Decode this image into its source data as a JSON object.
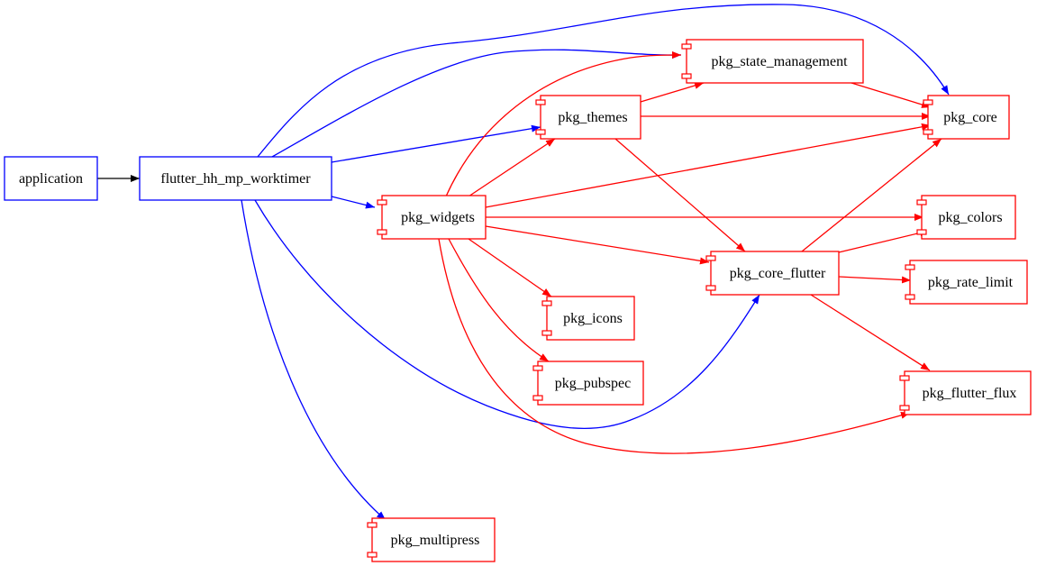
{
  "diagram": {
    "type": "package-dependency-graph",
    "colors": {
      "app_edge": "#000000",
      "app_node_border": "#0000ff",
      "app_dep_edge": "#0000ff",
      "pkg_node_border": "#ff0000",
      "pkg_edge": "#ff0000"
    },
    "nodes": [
      {
        "id": "application",
        "label": "application",
        "kind": "app"
      },
      {
        "id": "flutter_hh_mp_worktimer",
        "label": "flutter_hh_mp_worktimer",
        "kind": "app"
      },
      {
        "id": "pkg_widgets",
        "label": "pkg_widgets",
        "kind": "package"
      },
      {
        "id": "pkg_themes",
        "label": "pkg_themes",
        "kind": "package"
      },
      {
        "id": "pkg_state_management",
        "label": "pkg_state_management",
        "kind": "package"
      },
      {
        "id": "pkg_core",
        "label": "pkg_core",
        "kind": "package"
      },
      {
        "id": "pkg_colors",
        "label": "pkg_colors",
        "kind": "package"
      },
      {
        "id": "pkg_core_flutter",
        "label": "pkg_core_flutter",
        "kind": "package"
      },
      {
        "id": "pkg_rate_limit",
        "label": "pkg_rate_limit",
        "kind": "package"
      },
      {
        "id": "pkg_icons",
        "label": "pkg_icons",
        "kind": "package"
      },
      {
        "id": "pkg_pubspec",
        "label": "pkg_pubspec",
        "kind": "package"
      },
      {
        "id": "pkg_flutter_flux",
        "label": "pkg_flutter_flux",
        "kind": "package"
      },
      {
        "id": "pkg_multipress",
        "label": "pkg_multipress",
        "kind": "package"
      }
    ],
    "edges": [
      {
        "from": "application",
        "to": "flutter_hh_mp_worktimer",
        "color": "black"
      },
      {
        "from": "flutter_hh_mp_worktimer",
        "to": "pkg_core",
        "color": "blue"
      },
      {
        "from": "flutter_hh_mp_worktimer",
        "to": "pkg_state_management",
        "color": "blue"
      },
      {
        "from": "flutter_hh_mp_worktimer",
        "to": "pkg_themes",
        "color": "blue"
      },
      {
        "from": "flutter_hh_mp_worktimer",
        "to": "pkg_widgets",
        "color": "blue"
      },
      {
        "from": "flutter_hh_mp_worktimer",
        "to": "pkg_core_flutter",
        "color": "blue"
      },
      {
        "from": "flutter_hh_mp_worktimer",
        "to": "pkg_multipress",
        "color": "blue"
      },
      {
        "from": "pkg_widgets",
        "to": "pkg_state_management",
        "color": "red"
      },
      {
        "from": "pkg_widgets",
        "to": "pkg_themes",
        "color": "red"
      },
      {
        "from": "pkg_widgets",
        "to": "pkg_core",
        "color": "red"
      },
      {
        "from": "pkg_widgets",
        "to": "pkg_colors",
        "color": "red"
      },
      {
        "from": "pkg_widgets",
        "to": "pkg_core_flutter",
        "color": "red"
      },
      {
        "from": "pkg_widgets",
        "to": "pkg_icons",
        "color": "red"
      },
      {
        "from": "pkg_widgets",
        "to": "pkg_pubspec",
        "color": "red"
      },
      {
        "from": "pkg_widgets",
        "to": "pkg_flutter_flux",
        "color": "red"
      },
      {
        "from": "pkg_themes",
        "to": "pkg_state_management",
        "color": "red"
      },
      {
        "from": "pkg_themes",
        "to": "pkg_core",
        "color": "red"
      },
      {
        "from": "pkg_themes",
        "to": "pkg_core_flutter",
        "color": "red"
      },
      {
        "from": "pkg_state_management",
        "to": "pkg_core",
        "color": "red"
      },
      {
        "from": "pkg_core_flutter",
        "to": "pkg_core",
        "color": "red"
      },
      {
        "from": "pkg_core_flutter",
        "to": "pkg_colors",
        "color": "red"
      },
      {
        "from": "pkg_core_flutter",
        "to": "pkg_rate_limit",
        "color": "red"
      },
      {
        "from": "pkg_core_flutter",
        "to": "pkg_flutter_flux",
        "color": "red"
      }
    ]
  }
}
